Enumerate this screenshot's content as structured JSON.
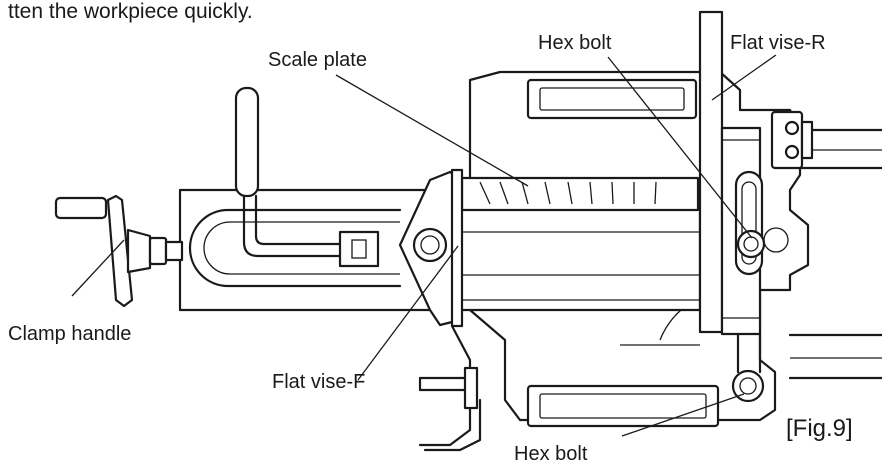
{
  "intro_text": "tten the workpiece quickly.",
  "figure_label": "[Fig.9]",
  "labels": {
    "scale_plate": "Scale plate",
    "hex_bolt_top": "Hex bolt",
    "flat_vise_r": "Flat vise-R",
    "clamp_handle": "Clamp handle",
    "flat_vise_f": "Flat vise-F",
    "hex_bolt_bottom": "Hex bolt"
  },
  "colors": {
    "ink": "#1a1a1a",
    "paper": "#ffffff"
  }
}
